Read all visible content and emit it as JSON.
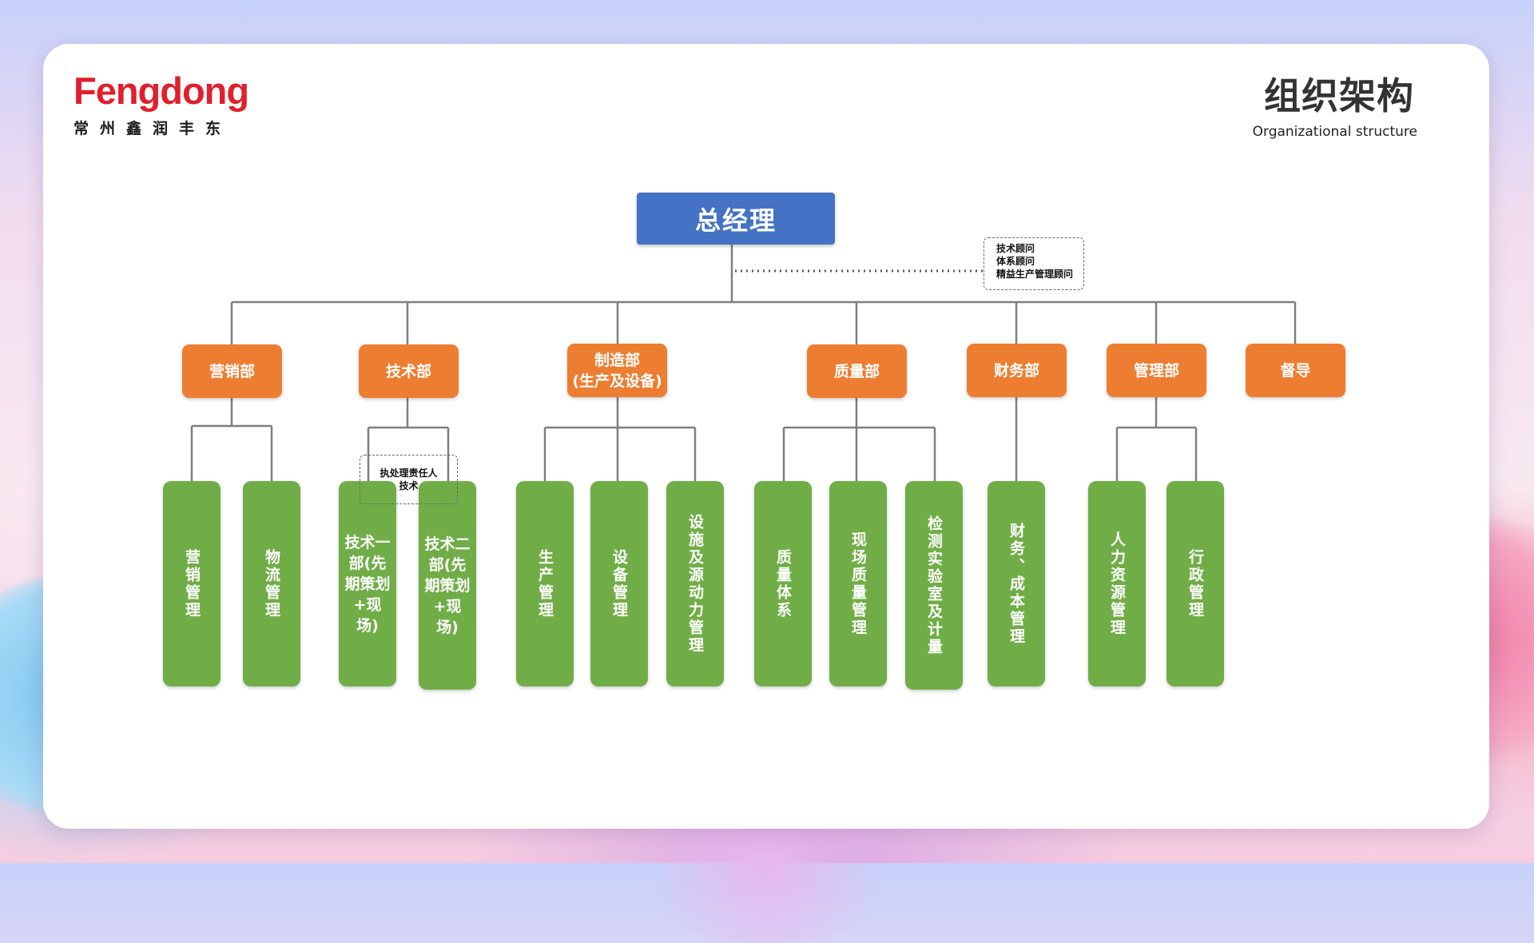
{
  "brand": {
    "name": "Fengdong",
    "subtitle": "常州鑫润丰东"
  },
  "header": {
    "title": "组织架构",
    "subtitle": "Organizational structure"
  },
  "org": {
    "top": "总经理",
    "advisors": [
      "技术顾问",
      "体系顾问",
      "精益生产管理顾问"
    ],
    "tech_note": [
      "执处理责任人",
      "技术"
    ],
    "departments": [
      {
        "label": "营销部",
        "units": [
          "营销管理",
          "物流管理"
        ]
      },
      {
        "label": "技术部",
        "units": [
          "技术一部(先期策划+现场)",
          "技术二部(先期策划+现场)"
        ]
      },
      {
        "label": "制造部\n(生产及设备)",
        "units": [
          "生产管理",
          "设备管理",
          "设施及源动力管理"
        ]
      },
      {
        "label": "质量部",
        "units": [
          "质量体系",
          "现场质量管理",
          "检测实验室及计量"
        ]
      },
      {
        "label": "财务部",
        "units": [
          "财务、成本管理"
        ]
      },
      {
        "label": "管理部",
        "units": [
          "人力资源管理",
          "行政管理"
        ]
      },
      {
        "label": "督导",
        "units": []
      }
    ]
  },
  "colors": {
    "top": "#4472c4",
    "department": "#ed7d31",
    "unit": "#70ad47",
    "brand": "#e0202c"
  }
}
